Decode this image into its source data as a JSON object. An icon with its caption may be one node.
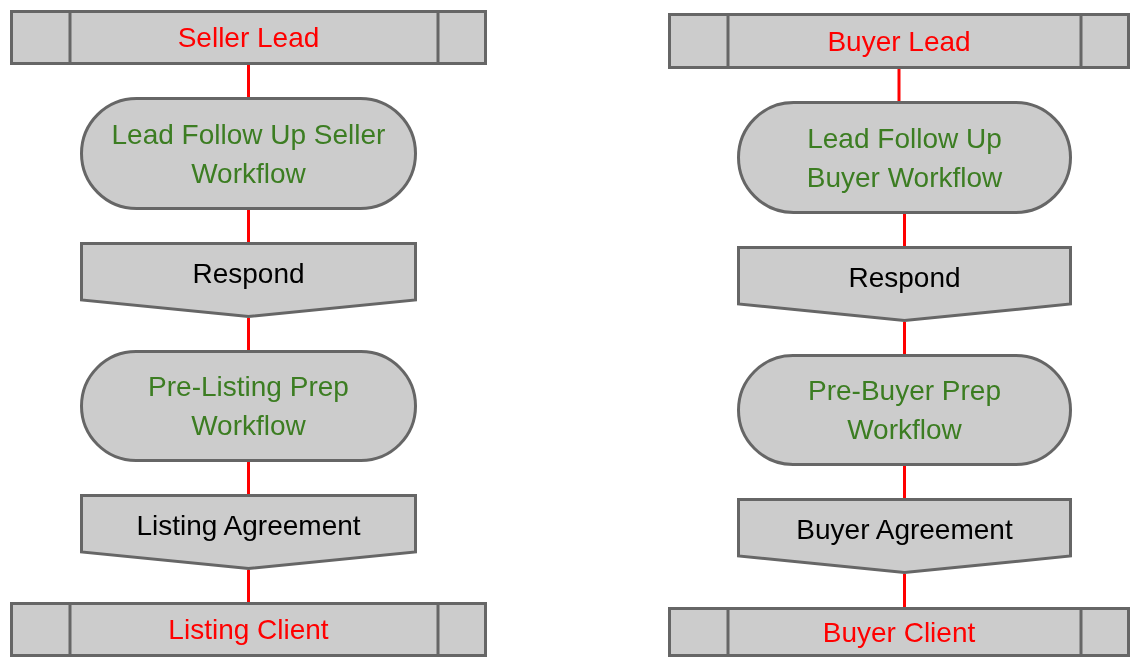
{
  "diagram": {
    "nodes": [
      {
        "text": [
          "Seller Lead"
        ]
      },
      {
        "text": [
          "Lead Follow Up Seller Workflow"
        ]
      },
      {
        "text": [
          "Respond"
        ]
      },
      {
        "text": [
          "Pre-Listing Prep Workflow"
        ]
      },
      {
        "text": [
          "Listing Agreement"
        ]
      },
      {
        "text": [
          "Listing Client"
        ]
      },
      {
        "text": [
          "Buyer Lead"
        ]
      },
      {
        "text": [
          "Lead Follow Up Buyer Workflow"
        ]
      },
      {
        "text": [
          "Respond"
        ]
      },
      {
        "text": [
          "Pre-Buyer Prep Workflow"
        ]
      },
      {
        "text": [
          "Buyer Agreement"
        ]
      },
      {
        "text": [
          "Buyer Client"
        ]
      }
    ],
    "edges": [
      {
        "from": 0,
        "to": 1,
        "arrow": "none"
      },
      {
        "from": 1,
        "to": 2,
        "arrow": "none"
      },
      {
        "from": 2,
        "to": 3,
        "arrow": "none"
      },
      {
        "from": 3,
        "to": 4,
        "arrow": "none"
      },
      {
        "from": 4,
        "to": 5,
        "arrow": "none"
      },
      {
        "from": 6,
        "to": 7,
        "arrow": "none"
      },
      {
        "from": 7,
        "to": 8,
        "arrow": "none"
      },
      {
        "from": 8,
        "to": 9,
        "arrow": "none"
      },
      {
        "from": 9,
        "to": 10,
        "arrow": "none"
      },
      {
        "from": 10,
        "to": 11,
        "arrow": "none"
      }
    ]
  }
}
